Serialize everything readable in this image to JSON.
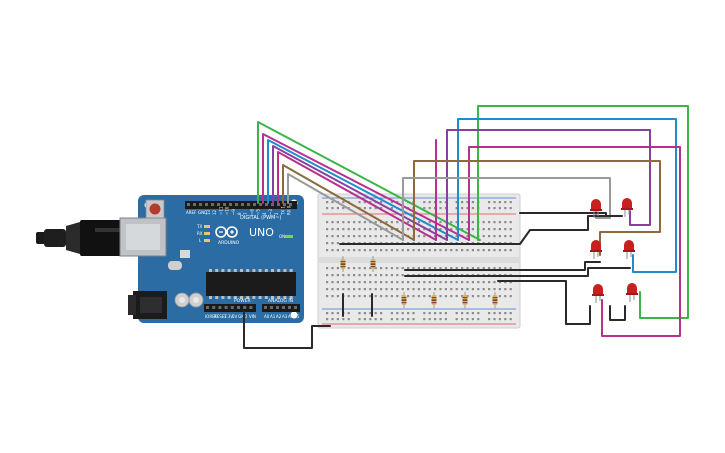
{
  "board": {
    "model": "UNO",
    "brand": "ARDUINO",
    "digital_label": "DIGITAL (PWM~)",
    "power_label": "POWER",
    "analog_label": "ANALOG IN",
    "aref_label": "AREF",
    "gnd_label": "GND",
    "tx_label": "TX",
    "rx_label": "RX",
    "l_label": "L",
    "on_label": "ON",
    "ioref_label": "IOREF",
    "reset_label": "RESET",
    "v33_label": "3.3V",
    "v5_label": "5V",
    "vin_label": "VIN",
    "digital_pins": [
      "13",
      "12",
      "~11",
      "~10",
      "~9",
      "8",
      "7",
      "~6",
      "~5",
      "4",
      "~3",
      "2",
      "TX 1",
      "RX 0"
    ],
    "analog_pins": [
      "A0",
      "A1",
      "A2",
      "A3",
      "A4",
      "A5"
    ]
  },
  "colors": {
    "board": "#2a6ca3",
    "board_dark": "#1d4f7b",
    "breadboard": "#e9e9e9",
    "rail_red": "#d6453a",
    "rail_blue": "#3a6fc6",
    "led_red": "#c8201f",
    "resistor": "#d9b26a",
    "wire_green": "#3bb54a",
    "wire_blue": "#1f8ccf",
    "wire_purple": "#8a3fa0",
    "wire_magenta": "#b8308f",
    "wire_brown": "#8c6a3e",
    "wire_gray": "#9a9a9a",
    "wire_black": "#2a2a2a"
  },
  "icons": {
    "usb": "usb-connector-icon",
    "power_jack": "dc-power-jack-icon",
    "reset": "reset-button-icon",
    "logo": "arduino-infinity-logo-icon"
  }
}
